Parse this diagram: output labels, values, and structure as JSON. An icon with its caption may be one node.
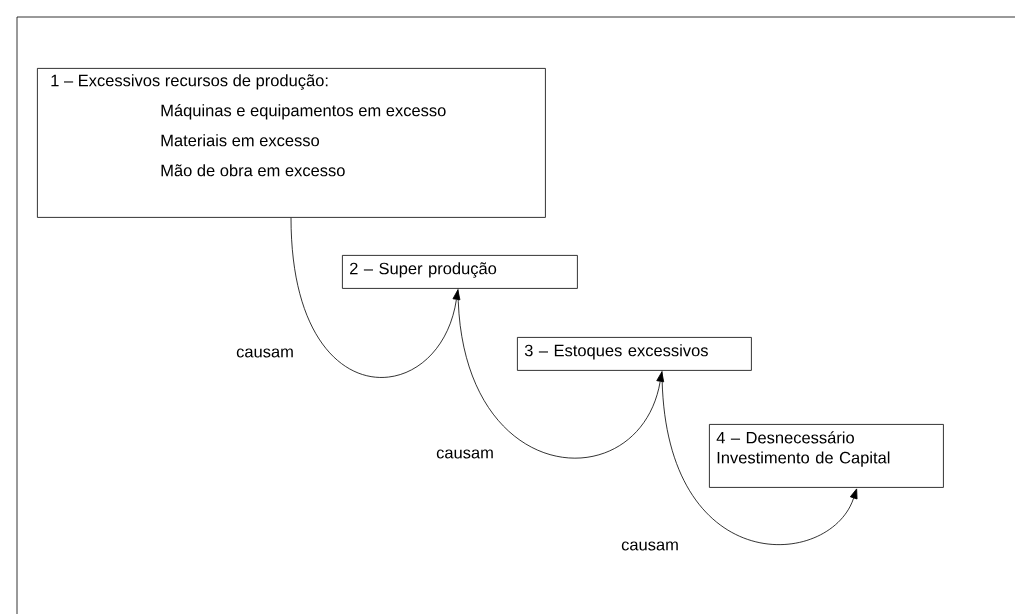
{
  "diagram": {
    "nodes": [
      {
        "text": [
          "1 – Excessivos recursos de produção:",
          "Máquinas e equipamentos em excesso",
          "Materiais em excesso",
          "Mão de obra em excesso"
        ]
      },
      {
        "text": [
          "2 – Super produção"
        ]
      },
      {
        "text": [
          "3 – Estoques excessivos"
        ]
      },
      {
        "text": [
          "4 – Desnecessário Investimento de Capital"
        ]
      }
    ],
    "edges": [
      {
        "from": 0,
        "to": 1,
        "arrow": "to",
        "label": "causam"
      },
      {
        "from": 1,
        "to": 2,
        "arrow": "to",
        "label": "causam"
      },
      {
        "from": 2,
        "to": 3,
        "arrow": "to",
        "label": "causam"
      }
    ]
  }
}
